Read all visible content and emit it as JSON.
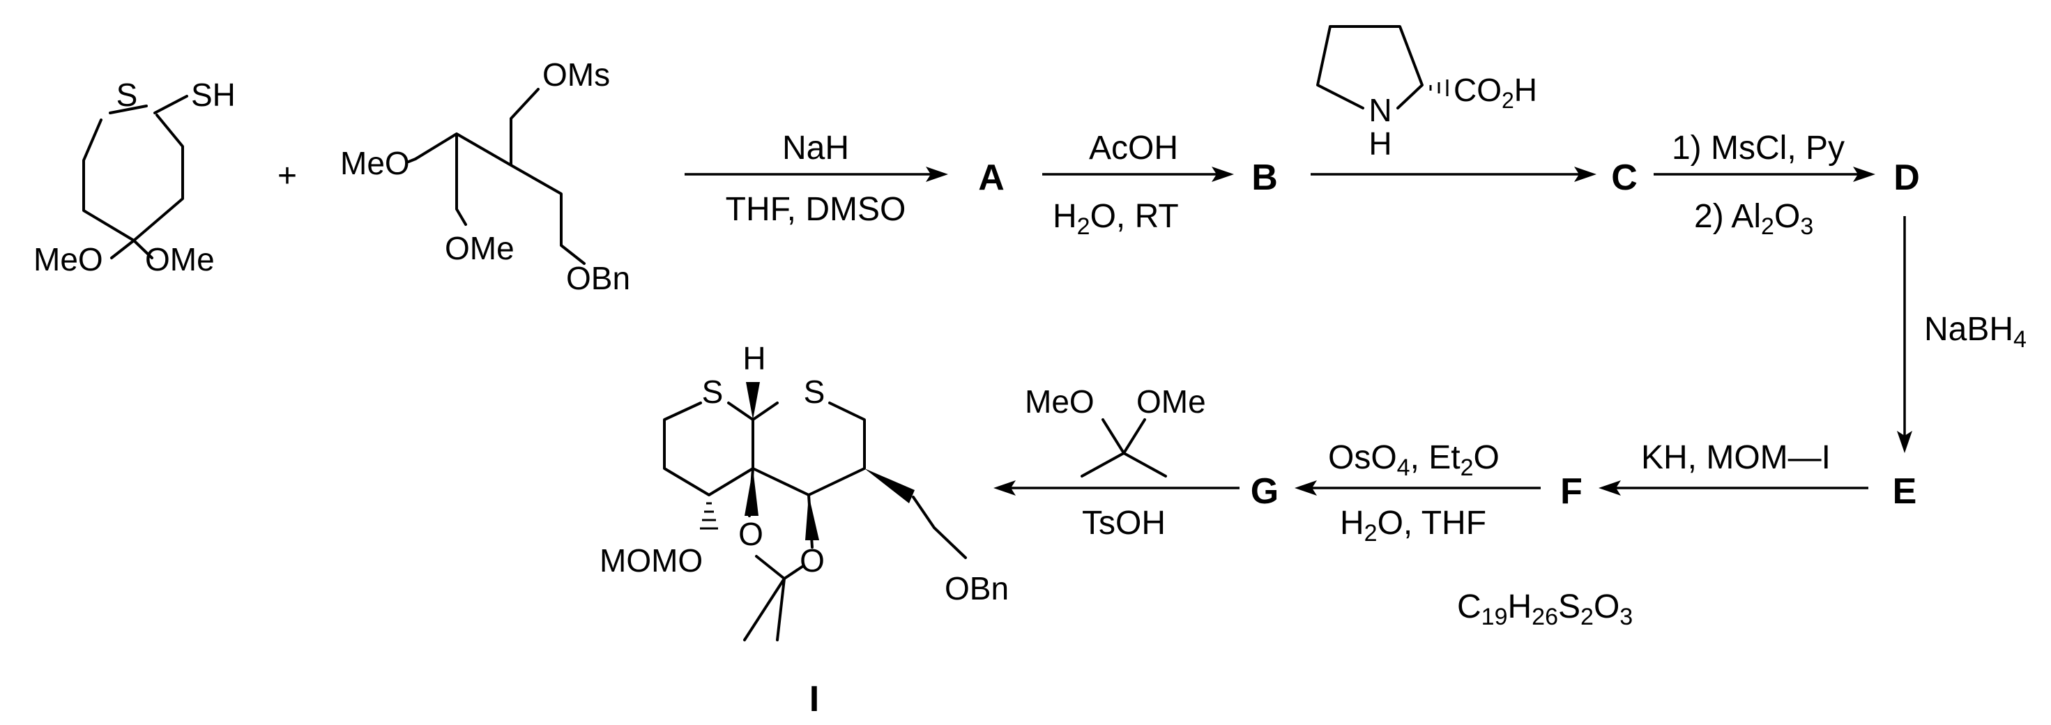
{
  "scheme": {
    "plus": "+",
    "sm1": {
      "S": "S",
      "SH": "SH",
      "MeO": "MeO",
      "OMe": "OMe"
    },
    "sm2": {
      "OMs": "OMs",
      "MeO": "MeO",
      "OMe": "OMe",
      "OBn": "OBn"
    },
    "prolinol_catalyst": {
      "N": "N",
      "H": "H",
      "acid": "CO",
      "acid_sub": "2",
      "acid_tail": "H"
    },
    "dimethoxypropane": {
      "MeO": "MeO",
      "OMe": "OMe"
    },
    "product_I": {
      "H": "H",
      "S1": "S",
      "S2": "S",
      "O1": "O",
      "O2": "O",
      "MOMO": "MOMO",
      "OBn": "OBn"
    },
    "compounds": {
      "A": "A",
      "B": "B",
      "C": "C",
      "D": "D",
      "E": "E",
      "F": "F",
      "G": "G",
      "I": "I"
    },
    "steps": {
      "to_A": {
        "above": "NaH",
        "below": "THF, DMSO"
      },
      "to_B": {
        "above": "AcOH",
        "below_a": "H",
        "below_sub": "2",
        "below_b": "O, RT"
      },
      "to_D": {
        "above": "1) MsCl, Py",
        "below_a": "2) Al",
        "below_sub1": "2",
        "below_b": "O",
        "below_sub2": "3"
      },
      "to_E": {
        "a": "NaBH",
        "sub": "4"
      },
      "to_F": {
        "above": "KH, MOM—I"
      },
      "to_G": {
        "above_a": "OsO",
        "above_sub1": "4",
        "above_b": ", Et",
        "above_sub2": "2",
        "above_c": "O",
        "below_a": "H",
        "below_sub": "2",
        "below_b": "O, THF"
      },
      "to_I": {
        "below": "TsOH"
      }
    },
    "formula_F": {
      "C": "C",
      "c": "19",
      "H": "H",
      "h": "26",
      "S": "S",
      "s": "2",
      "O": "O",
      "o": "3"
    }
  }
}
